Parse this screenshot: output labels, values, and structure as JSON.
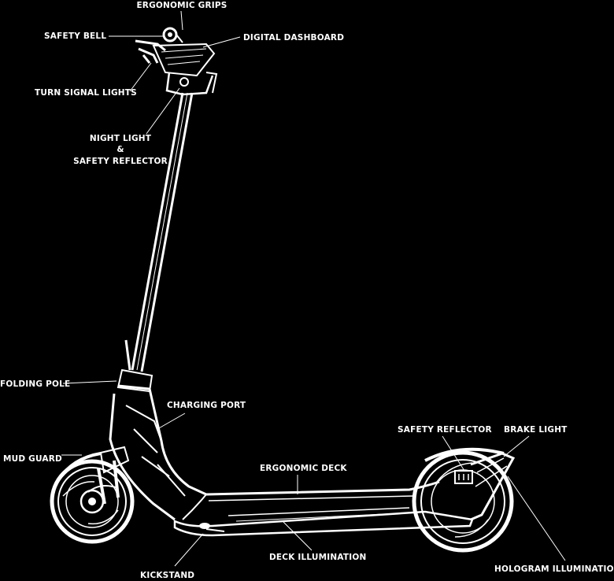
{
  "labels": {
    "ergonomic_grips": "ERGONOMIC GRIPS",
    "safety_bell": "SAFETY BELL",
    "digital_dashboard": "DIGITAL DASHBOARD",
    "turn_signal_lights": "TURN SIGNAL LIGHTS",
    "night_light_line1": "NIGHT LIGHT",
    "night_light_line2": "&",
    "night_light_line3": "SAFETY REFLECTOR",
    "folding_pole": "FOLDING POLE",
    "charging_port": "CHARGING PORT",
    "mud_guard": "MUD GUARD",
    "safety_reflector": "SAFETY REFLECTOR",
    "brake_light": "BRAKE LIGHT",
    "ergonomic_deck": "ERGONOMIC DECK",
    "deck_illumination": "DECK ILLUMINATION",
    "kickstand": "KICKSTAND",
    "hologram_illumination": "HOLOGRAM ILLUMINATION"
  },
  "colors": {
    "background": "#000000",
    "foreground": "#ffffff"
  }
}
